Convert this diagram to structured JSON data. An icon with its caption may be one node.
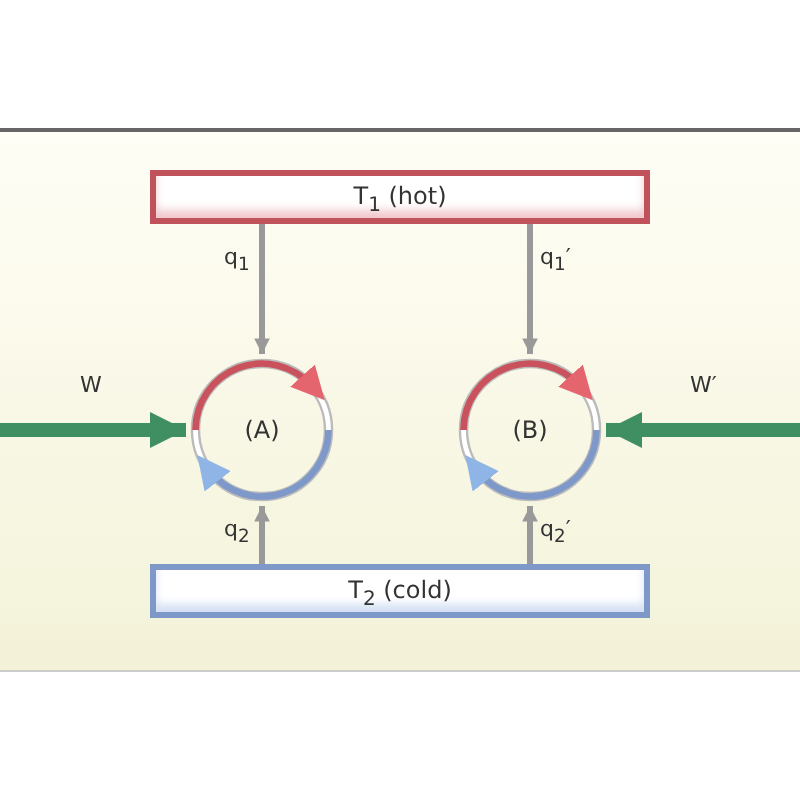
{
  "diagram": {
    "nodes": [
      {
        "text": [
          "T$_{1}$ (hot)"
        ]
      },
      {
        "text": [
          "(A)"
        ]
      },
      {
        "text": [
          "(B)"
        ]
      },
      {
        "text": [
          "T$_{2}$ (cold)"
        ]
      }
    ],
    "edges": [
      {
        "from": 0,
        "to": 1,
        "arrow": "to",
        "label": "q$_{1}$"
      },
      {
        "from": 0,
        "to": 2,
        "arrow": "to",
        "label": "q$_{1}$′"
      },
      {
        "from": 3,
        "to": 1,
        "arrow": "to",
        "label": "q$_{2}$"
      },
      {
        "from": 3,
        "to": 2,
        "arrow": "to",
        "label": "q$_{2}$′"
      },
      {
        "from": null,
        "to": 1,
        "arrow": "to",
        "label": "W",
        "style": "thick",
        "color": "#3f8f62"
      },
      {
        "from": null,
        "to": 2,
        "arrow": "to",
        "label": "W′",
        "style": "thick",
        "color": "#3f8f62"
      }
    ]
  }
}
